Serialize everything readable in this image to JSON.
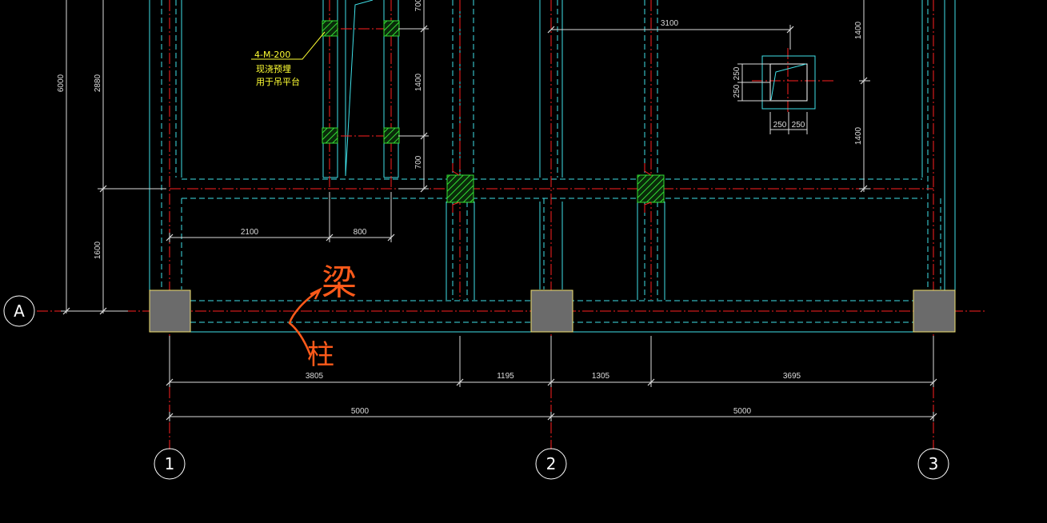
{
  "axes": {
    "horizontal": [
      {
        "label": "A"
      }
    ],
    "vertical": [
      {
        "label": "1"
      },
      {
        "label": "2"
      },
      {
        "label": "3"
      }
    ]
  },
  "dimensions": {
    "bottom_row1": [
      "3805",
      "1195",
      "1305",
      "3695"
    ],
    "bottom_row2": [
      "5000",
      "5000"
    ],
    "left_outer": "6000",
    "left_upper": "2880",
    "left_lower": "1600",
    "mid_2100": "2100",
    "mid_800": "800",
    "opening_700_top": "700",
    "opening_1400": "1400",
    "opening_700_bottom": "700",
    "top_3100": "3100",
    "right_1400_top": "1400",
    "right_1400_bottom": "1400",
    "detail_250_v1": "250",
    "detail_250_v2": "250",
    "detail_250_h1": "250",
    "detail_250_h2": "250"
  },
  "notes": {
    "line1": "4-M-200",
    "line2": "现浇预埋",
    "line3": "用于吊平台"
  },
  "annotations": {
    "beam": "梁",
    "column": "柱"
  },
  "colors": {
    "background": "#000000",
    "axis_line": "#ff2020",
    "beam_edge": "#3fe0e8",
    "dimension": "#dddddd",
    "column_fill": "#6b6b6b",
    "column_edge": "#f0e070",
    "hatch": "#33dd33",
    "note": "#ffff33",
    "annotation": "#ff5a1a"
  }
}
